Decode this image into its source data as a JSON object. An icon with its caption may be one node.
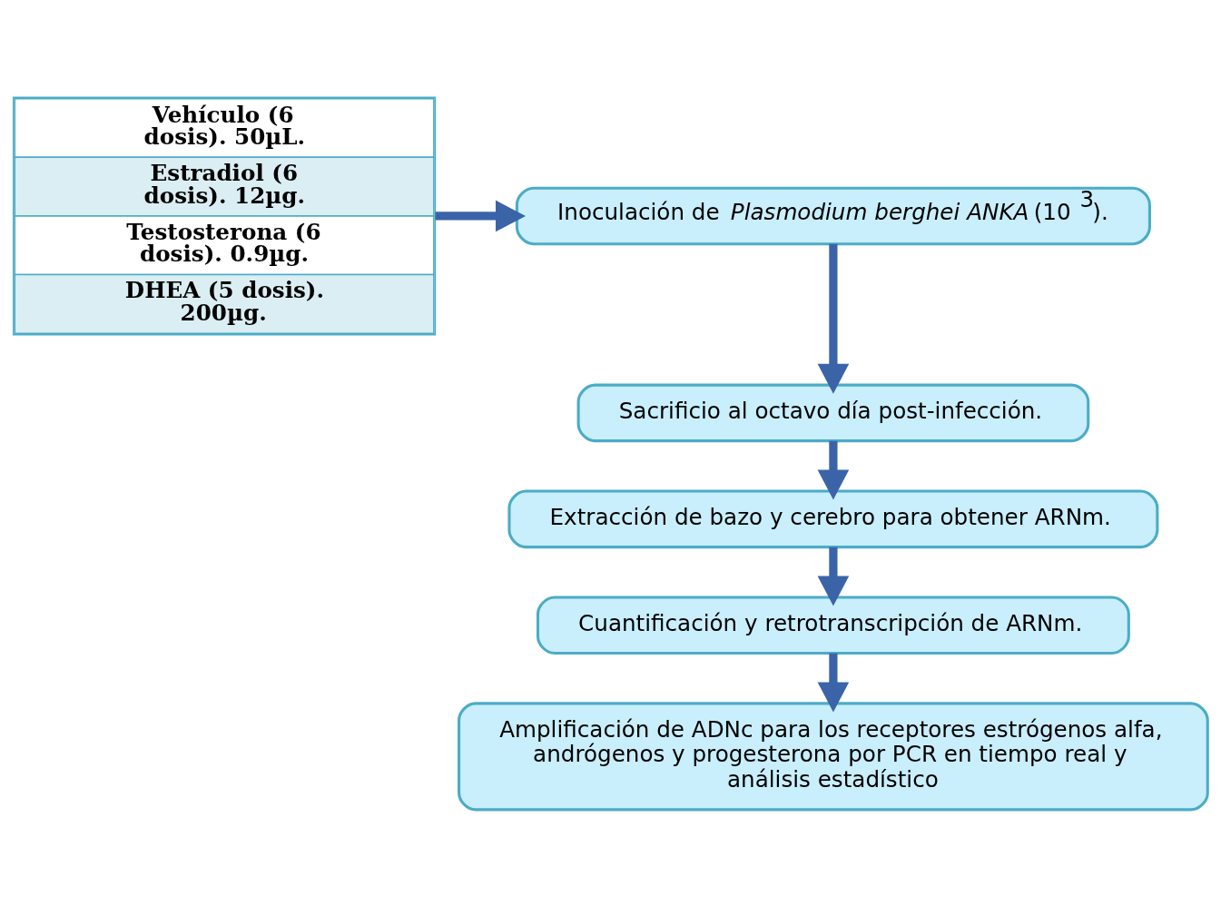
{
  "diagram": {
    "nodes": [
      {
        "text": [
          "Vehículo (6 dosis). 50µL.",
          "Estradiol (6 dosis). 12µg.",
          "Testosterona (6 dosis). 0.9µg.",
          "DHEA (5 dosis). 200µg."
        ]
      },
      {
        "text": [
          "Inoculación de *Plasmodium berghei ANKA* (10$^{3}$)."
        ]
      },
      {
        "text": [
          "Sacrificio al octavo día post-infección."
        ]
      },
      {
        "text": [
          "Extracción de bazo y cerebro para obtener ARNm."
        ]
      },
      {
        "text": [
          "Cuantificación y retrotranscripción de ARNm."
        ]
      },
      {
        "text": [
          "Amplificación de ADNc para los receptores estrógenos alfa, andrógenos y progesterona por PCR en tiempo real y análisis estadístico"
        ]
      }
    ],
    "edges": [
      {
        "from": 0,
        "to": 1,
        "arrow": "to"
      },
      {
        "from": 1,
        "to": 2,
        "arrow": "to"
      },
      {
        "from": 2,
        "to": 3,
        "arrow": "to"
      },
      {
        "from": 3,
        "to": 4,
        "arrow": "to"
      },
      {
        "from": 4,
        "to": 5,
        "arrow": "to"
      }
    ]
  }
}
